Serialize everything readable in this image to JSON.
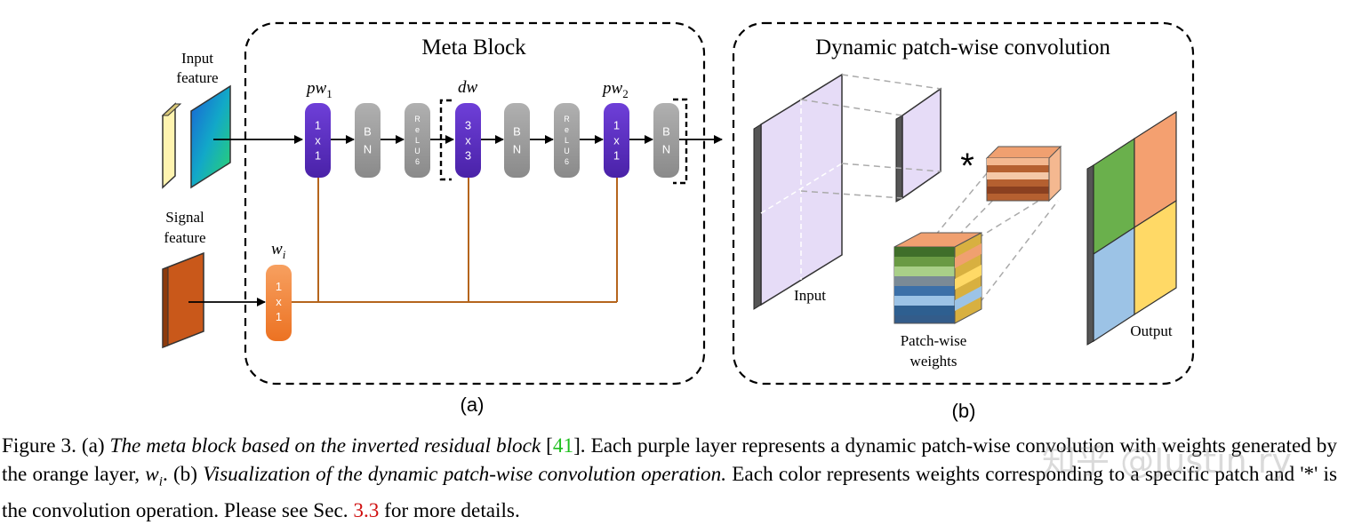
{
  "panel_a": {
    "title": "Meta Block",
    "input_label_line1": "Input",
    "input_label_line2": "feature",
    "signal_label_line1": "Signal",
    "signal_label_line2": "feature",
    "pw1_label": "pw",
    "pw1_sub": "1",
    "dw_label": "dw",
    "pw2_label": "pw",
    "pw2_sub": "2",
    "wi_label": "w",
    "wi_sub": "i",
    "layers": [
      {
        "id": "pw1",
        "lines": [
          "1",
          "x",
          "1"
        ],
        "kind": "purple"
      },
      {
        "id": "bn1",
        "lines": [
          "B",
          "N"
        ],
        "kind": "gray"
      },
      {
        "id": "relu1",
        "lines": [
          "R",
          "e",
          "L",
          "U",
          "6"
        ],
        "kind": "gray"
      },
      {
        "id": "dw",
        "lines": [
          "3",
          "x",
          "3"
        ],
        "kind": "purple"
      },
      {
        "id": "bn2",
        "lines": [
          "B",
          "N"
        ],
        "kind": "gray"
      },
      {
        "id": "relu2",
        "lines": [
          "R",
          "e",
          "L",
          "U",
          "6"
        ],
        "kind": "gray"
      },
      {
        "id": "pw2",
        "lines": [
          "1",
          "x",
          "1"
        ],
        "kind": "purple"
      },
      {
        "id": "bn3",
        "lines": [
          "B",
          "N"
        ],
        "kind": "gray"
      }
    ],
    "wi_layer": {
      "lines": [
        "1",
        "x",
        "1"
      ]
    },
    "panel_label": "(a)"
  },
  "panel_b": {
    "title": "Dynamic patch-wise convolution",
    "input_label": "Input",
    "weights_label_line1": "Patch-wise",
    "weights_label_line2": "weights",
    "output_label": "Output",
    "operator": "*",
    "panel_label": "(b)"
  },
  "caption": {
    "prefix": "Figure 3. (a) ",
    "italic1": "The meta block based on the inverted residual block",
    "cite_open": " [",
    "cite": "41",
    "cite_close": "].",
    "text1": " Each purple layer represents a dynamic patch-wise convolution with weights generated by the orange layer, ",
    "wi": "w",
    "wi_sub": "i",
    "text2": ". (b) ",
    "italic2": "Visualization of the dynamic patch-wise convolution operation.",
    "text3": " Each color represents weights corresponding to a specific patch and '*' is the convolution operation. Please see Sec. ",
    "ref": "3.3",
    "text4": " for more details."
  },
  "watermark": "知乎 @Justin ry",
  "colors": {
    "purple": "#5b2fc0",
    "gray": "#9a9a9a",
    "orange": "#f08030",
    "brown_line": "#b5651d",
    "green": "#6ab04c",
    "salmon": "#f4a070",
    "blue": "#9cc3e6",
    "yellow": "#ffd966"
  }
}
